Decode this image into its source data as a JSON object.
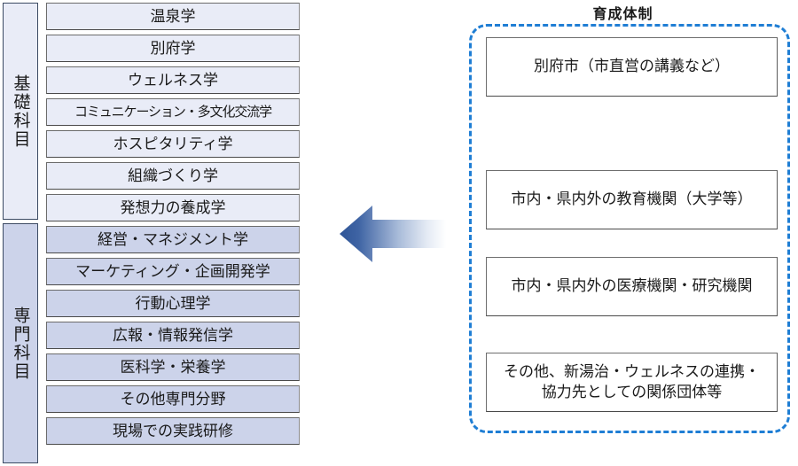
{
  "curriculum": {
    "categories": [
      {
        "label": "基礎科目",
        "fill": "#e9ecf7"
      },
      {
        "label": "専門科目",
        "fill": "#ccd3ea"
      }
    ],
    "basic_subjects": [
      "温泉学",
      "別府学",
      "ウェルネス学",
      "コミュニケーション・多文化交流学",
      "ホスピタリティ学",
      "組織づくり学",
      "発想力の養成学"
    ],
    "specialized_subjects": [
      "経営・マネジメント学",
      "マーケティング・企画開発学",
      "行動心理学",
      "広報・情報発信学",
      "医科学・栄養学",
      "その他専門分野",
      "現場での実践研修"
    ]
  },
  "arrow": {
    "icon": "left-arrow-icon",
    "direction": "left",
    "gradient_from": "#2f5597",
    "gradient_to": "#ffffff"
  },
  "providers": {
    "title": "育成体制",
    "border_color": "#1f7ed4",
    "items": [
      {
        "line1": "別府市（市直営の講義など）",
        "line2": ""
      },
      {
        "line1": "市内・県内外の教育機関（大学等）",
        "line2": ""
      },
      {
        "line1": "市内・県内外の医療機関・研究機関",
        "line2": ""
      },
      {
        "line1": "その他、新湯治・ウェルネスの連携・",
        "line2": "協力先としての関係団体等"
      }
    ]
  }
}
